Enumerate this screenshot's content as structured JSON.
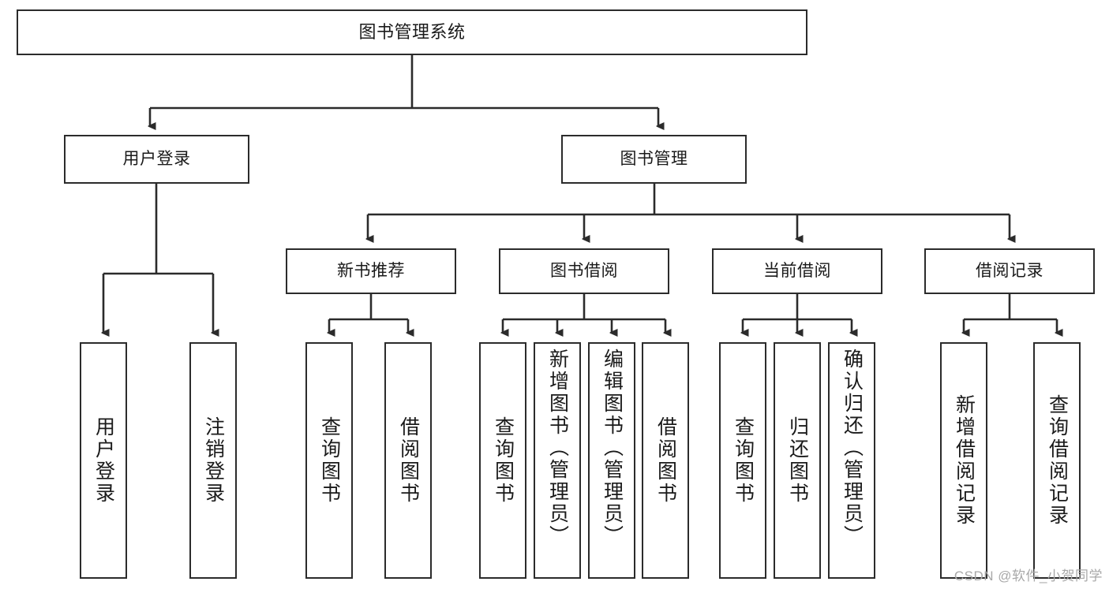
{
  "diagram": {
    "type": "tree-hierarchy",
    "title": "图书管理系统",
    "root": {
      "label": "图书管理系统"
    },
    "level2": [
      {
        "label": "用户登录"
      },
      {
        "label": "图书管理"
      }
    ],
    "level3": [
      {
        "label": "新书推荐"
      },
      {
        "label": "图书借阅"
      },
      {
        "label": "当前借阅"
      },
      {
        "label": "借阅记录"
      }
    ],
    "leaves": {
      "user_login": [
        {
          "label": "用户登录"
        },
        {
          "label": "注销登录"
        }
      ],
      "new_book_recommend": [
        {
          "label": "查询图书"
        },
        {
          "label": "借阅图书"
        }
      ],
      "book_borrow": [
        {
          "label": "查询图书"
        },
        {
          "label": "新增图书（管理员）"
        },
        {
          "label": "编辑图书（管理员）"
        },
        {
          "label": "借阅图书"
        }
      ],
      "current_borrow": [
        {
          "label": "查询图书"
        },
        {
          "label": "归还图书"
        },
        {
          "label": "确认归还（管理员）"
        }
      ],
      "borrow_record": [
        {
          "label": "新增借阅记录"
        },
        {
          "label": "查询借阅记录"
        }
      ]
    }
  },
  "watermark": {
    "text": "CSDN @软件_小贺同学"
  },
  "colors": {
    "stroke": "#2b2b2b",
    "background": "#ffffff",
    "text": "#1a1a1a",
    "watermark": "#a8a8a8"
  }
}
